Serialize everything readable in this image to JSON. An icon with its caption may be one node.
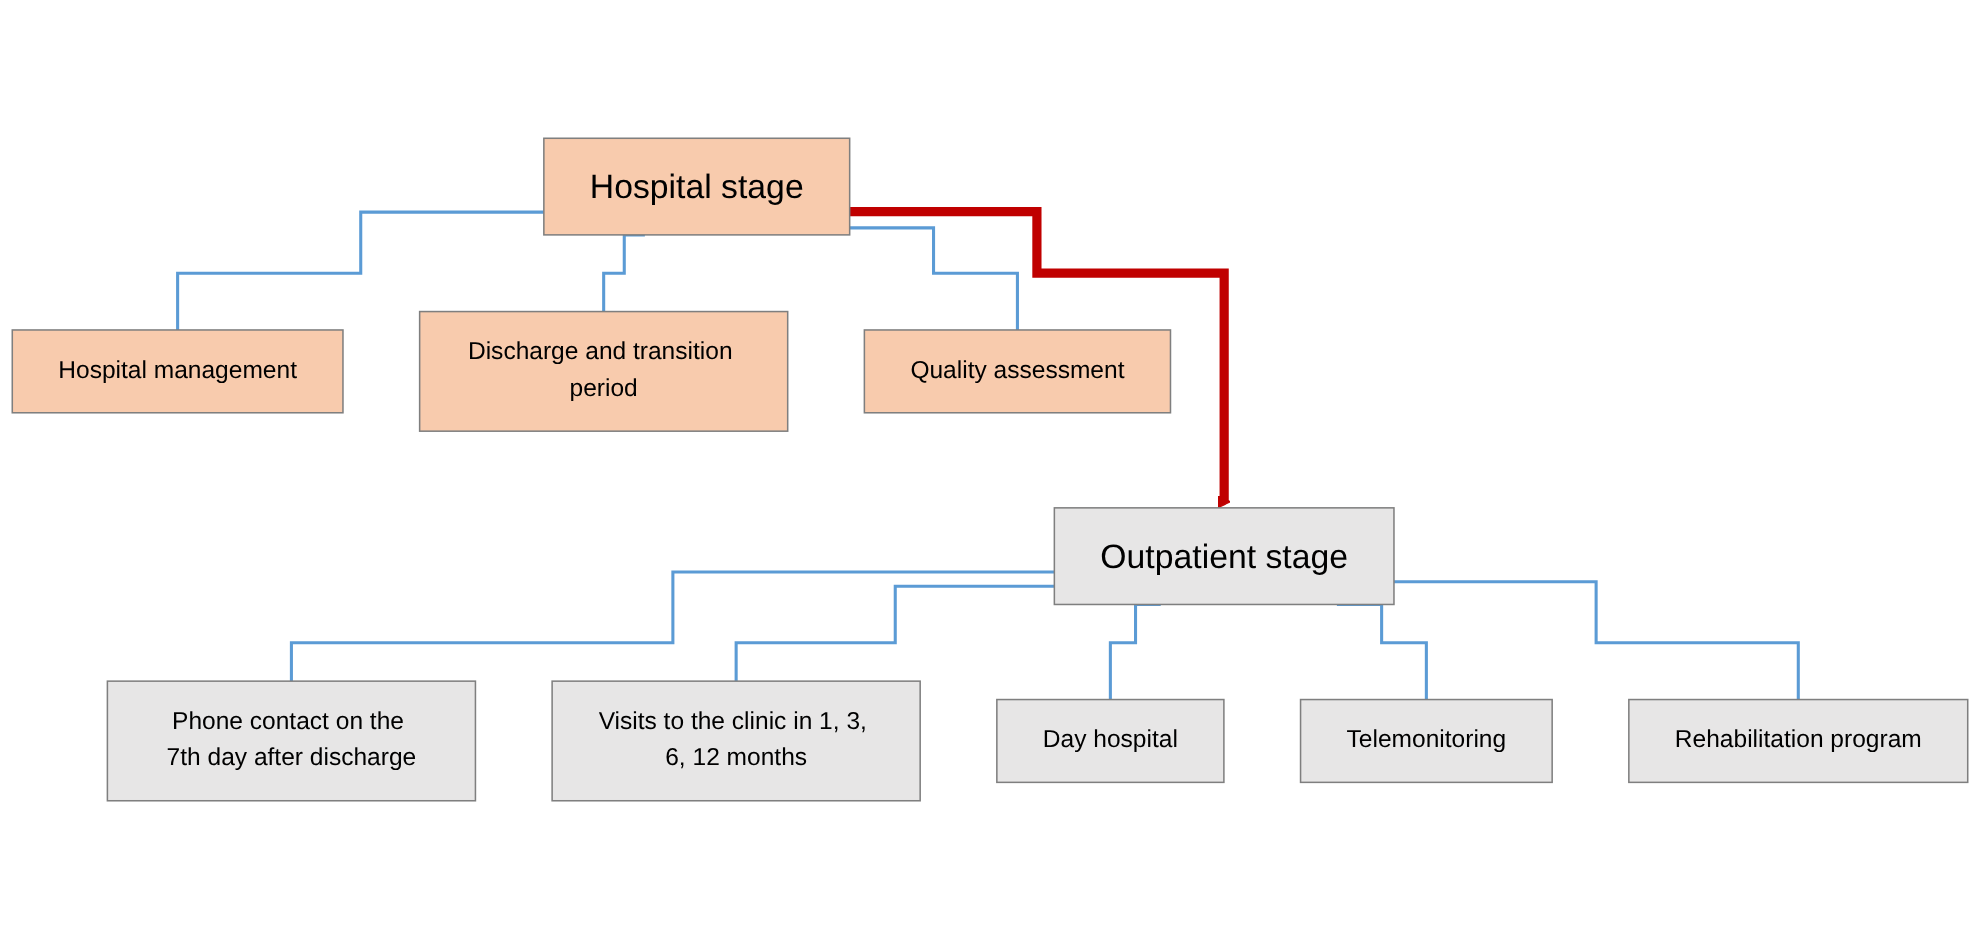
{
  "diagram": {
    "nodes": [
      {
        "text": [
          "Hospital stage"
        ]
      },
      {
        "text": [
          "Hospital management"
        ]
      },
      {
        "text": [
          "Discharge and transition period"
        ]
      },
      {
        "text": [
          "Quality assessment"
        ]
      },
      {
        "text": [
          "Outpatient stage"
        ]
      },
      {
        "text": [
          "Phone contact on the 7th day after discharge"
        ]
      },
      {
        "text": [
          "Visits to the clinic in 1, 3, 6, 12 months"
        ]
      },
      {
        "text": [
          "Day hospital"
        ]
      },
      {
        "text": [
          "Telemonitoring"
        ]
      },
      {
        "text": [
          "Rehabilitation program"
        ]
      }
    ],
    "edges": [
      {
        "from": 0,
        "to": 4,
        "arrow": "to",
        "style": "thick",
        "color": "#c00000"
      },
      {
        "from": 0,
        "to": 1,
        "arrow": "none"
      },
      {
        "from": 0,
        "to": 2,
        "arrow": "none"
      },
      {
        "from": 0,
        "to": 3,
        "arrow": "none"
      },
      {
        "from": 4,
        "to": 5,
        "arrow": "none"
      },
      {
        "from": 4,
        "to": 6,
        "arrow": "none"
      },
      {
        "from": 4,
        "to": 7,
        "arrow": "none"
      },
      {
        "from": 4,
        "to": 8,
        "arrow": "none"
      },
      {
        "from": 4,
        "to": 9,
        "arrow": "none"
      }
    ]
  }
}
